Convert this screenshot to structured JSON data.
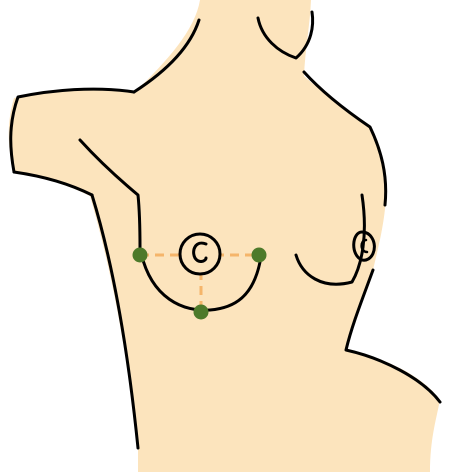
{
  "diagram": {
    "colors": {
      "skin": "#fce4bd",
      "outline": "#000000",
      "guide_line": "#f5b56a",
      "landmark_point": "#4d7a2a"
    },
    "landmarks": [
      {
        "id": "medial-point"
      },
      {
        "id": "lateral-point"
      },
      {
        "id": "inferior-point"
      }
    ],
    "guides": [
      {
        "id": "horizontal-guide"
      },
      {
        "id": "vertical-guide"
      }
    ]
  }
}
